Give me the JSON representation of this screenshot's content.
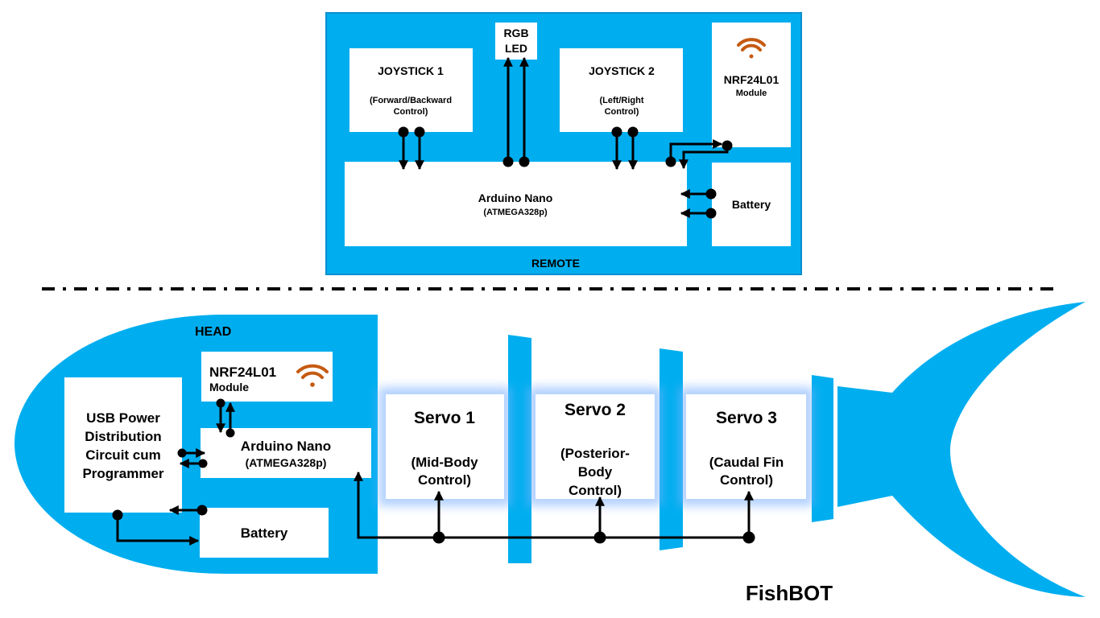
{
  "colors": {
    "blue": "#00aeef",
    "panel_border": "#0a8fd0",
    "white": "#ffffff",
    "line": "#000000",
    "wifi": "#c55a11",
    "glow": "#7fb2ff"
  },
  "remote": {
    "title": "REMOTE",
    "joystick1": {
      "title": "JOYSTICK 1",
      "sub1": "(Forward/Backward",
      "sub2": "Control)"
    },
    "rgb": {
      "line1": "RGB",
      "line2": "LED"
    },
    "joystick2": {
      "title": "JOYSTICK 2",
      "sub1": "(Left/Right",
      "sub2": "Control)"
    },
    "nrf": {
      "title": "NRF24L01",
      "sub": "Module"
    },
    "arduino": {
      "title": "Arduino Nano",
      "sub": "(ATMEGA328p)"
    },
    "battery": {
      "title": "Battery"
    }
  },
  "fish": {
    "head_label": "HEAD",
    "nrf": {
      "title": "NRF24L01",
      "sub": "Module"
    },
    "arduino": {
      "title": "Arduino Nano",
      "sub": "(ATMEGA328p)"
    },
    "usb": {
      "line1": "USB Power",
      "line2": "Distribution",
      "line3": "Circuit cum",
      "line4": "Programmer"
    },
    "battery": {
      "title": "Battery"
    },
    "servo1": {
      "title": "Servo 1",
      "line1": "(Mid-Body",
      "line2": "Control)"
    },
    "servo2": {
      "title": "Servo 2",
      "line1": "(Posterior-",
      "line2": "Body",
      "line3": "Control)"
    },
    "servo3": {
      "title": "Servo 3",
      "line1": "(Caudal Fin",
      "line2": "Control)"
    },
    "name": "FishBOT"
  }
}
